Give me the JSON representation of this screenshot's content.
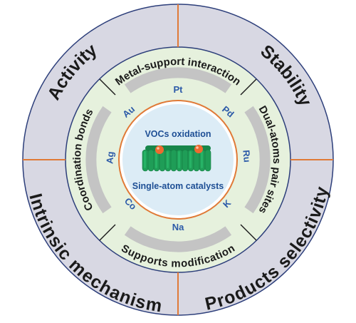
{
  "outer_ring": {
    "activity": "Activity",
    "stability": "Stability",
    "intrinsic_mechanism": "Intrinsic mechanism",
    "products_selectivity": "Products selectivity"
  },
  "middle_ring": {
    "metal_support_interaction": "Metal-support interaction",
    "dual_atoms_pair_sites": "Dual-atoms pair sites",
    "supports_modification": "Supports modification",
    "coordination_bonds": "Coordination bonds"
  },
  "metals": {
    "pt": "Pt",
    "pd": "Pd",
    "ru": "Ru",
    "k": "K",
    "na": "Na",
    "co": "Co",
    "ag": "Ag",
    "au": "Au"
  },
  "core": {
    "top": "VOCs oxidation",
    "bottom": "Single-atom catalysts"
  },
  "colors": {
    "outer_ring": "#d8d8e3",
    "middle_ring": "#e6f1dd",
    "inner_gray_ring": "#c4c4c4",
    "core": "#dcecf6",
    "divider_orange": "#e07a37",
    "ring_border": "#2c3e7a",
    "metal_text": "#2c5aa8",
    "rods_green": "#1f9d57",
    "atom_orange": "#ee6a2f"
  }
}
